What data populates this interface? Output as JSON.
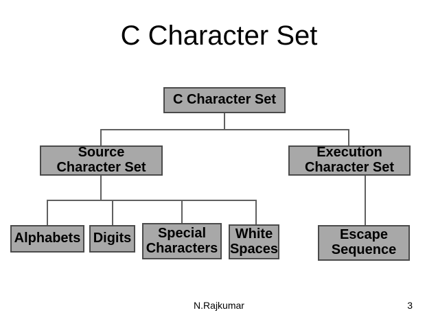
{
  "slide": {
    "title": "C Character Set",
    "footer": {
      "author": "N.Rajkumar",
      "page_number": "3"
    }
  },
  "diagram": {
    "type": "tree",
    "colors": {
      "box_fill": "#a8a8a8",
      "box_border": "#4a4a4a",
      "connector": "#5f5f5f",
      "text": "#000000"
    },
    "nodes": {
      "root": {
        "label": "C Character Set",
        "children": [
          "source",
          "execution"
        ]
      },
      "source": {
        "label": "Source\nCharacter Set",
        "children": [
          "alphabets",
          "digits",
          "special_characters",
          "white_spaces"
        ]
      },
      "execution": {
        "label": "Execution\nCharacter Set",
        "children": [
          "escape_sequence"
        ]
      },
      "alphabets": {
        "label": "Alphabets",
        "children": []
      },
      "digits": {
        "label": "Digits",
        "children": []
      },
      "special_characters": {
        "label": "Special\nCharacters",
        "children": []
      },
      "white_spaces": {
        "label": "White\nSpaces",
        "children": []
      },
      "escape_sequence": {
        "label": "Escape\nSequence",
        "children": []
      }
    }
  }
}
